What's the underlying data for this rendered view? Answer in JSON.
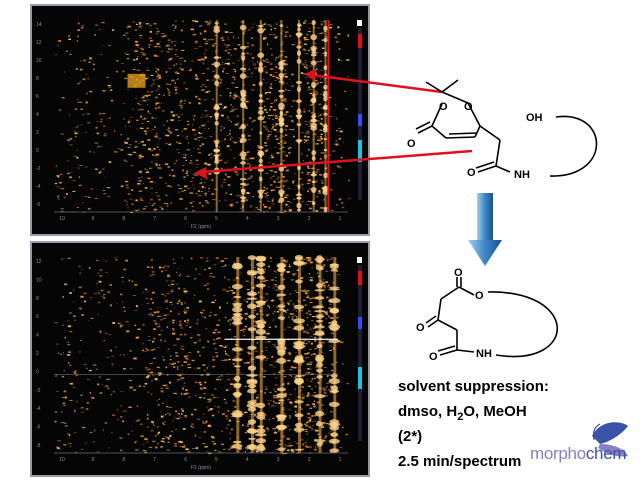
{
  "spectrum_top": {
    "y_ticks": [
      "14",
      "12",
      "10",
      "8",
      "6",
      "4",
      "2",
      "0",
      "-2",
      "-4",
      "-6"
    ],
    "x_ticks": [
      "10",
      "9",
      "8",
      "7",
      "6",
      "5",
      "4",
      "3",
      "2",
      "1"
    ],
    "x_label": "F2 (ppm)"
  },
  "spectrum_bottom": {
    "y_ticks": [
      "12",
      "10",
      "8",
      "6",
      "4",
      "2",
      "0",
      "-2",
      "-4",
      "-6",
      "-8"
    ],
    "x_ticks": [
      "10",
      "9",
      "8",
      "7",
      "6",
      "5",
      "4",
      "3",
      "2",
      "1"
    ],
    "x_label": "F2 (ppm)"
  },
  "structure_top": {
    "atoms": {
      "o_left": "O",
      "o_ring_a": "O",
      "o_ring_b": "O",
      "oh": "OH",
      "o_amide": "O",
      "nh": "NH"
    }
  },
  "structure_bottom": {
    "atoms": {
      "o_ester_c": "O",
      "o_ester": "O",
      "o_ketone": "O",
      "o_amide": "O",
      "nh": "NH"
    }
  },
  "caption": {
    "line1": "solvent suppression:",
    "line2_prefix": "dmso, H",
    "line2_sub": "2",
    "line2_suffix": "O, MeOH",
    "line3": "(2*)",
    "line4": "2.5 min/spectrum"
  },
  "logo": {
    "part1": "morpho",
    "part2": "chem"
  },
  "colors": {
    "arrow_red": "#e0101e",
    "arrow_blue": "#3d86c6",
    "panel_border": "#9a9aa8",
    "logo_blue": "#3a52a8",
    "logo_purple": "#8a7fc0"
  }
}
